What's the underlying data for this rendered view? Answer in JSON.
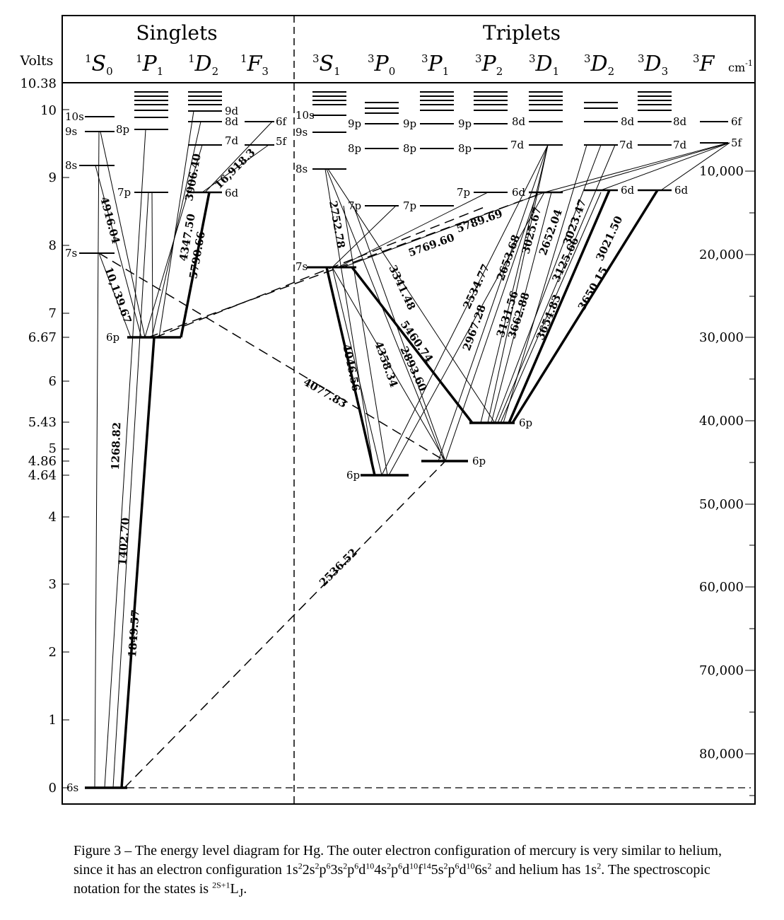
{
  "headers": {
    "singlets": "Singlets",
    "triplets": "Triplets",
    "volts": "Volts",
    "cm": "cm",
    "cm_sup": "-1"
  },
  "terms": [
    {
      "mult": "1",
      "L": "S",
      "J": "0"
    },
    {
      "mult": "1",
      "L": "P",
      "J": "1"
    },
    {
      "mult": "1",
      "L": "D",
      "J": "2"
    },
    {
      "mult": "1",
      "L": "F",
      "J": "3"
    },
    {
      "mult": "3",
      "L": "S",
      "J": "1"
    },
    {
      "mult": "3",
      "L": "P",
      "J": "0"
    },
    {
      "mult": "3",
      "L": "P",
      "J": "1"
    },
    {
      "mult": "3",
      "L": "P",
      "J": "2"
    },
    {
      "mult": "3",
      "L": "D",
      "J": "1"
    },
    {
      "mult": "3",
      "L": "D",
      "J": "2"
    },
    {
      "mult": "3",
      "L": "D",
      "J": "3"
    },
    {
      "mult": "3",
      "L": "F",
      "J": ""
    }
  ],
  "volts_ticks": [
    "10.38",
    "10",
    "9",
    "8",
    "7",
    "6.67",
    "6",
    "5.43",
    "5",
    "4.86",
    "4.64",
    "4",
    "3",
    "2",
    "1",
    "0"
  ],
  "wavenumber_ticks": [
    "10,000",
    "20,000",
    "30,000",
    "40,000",
    "50,000",
    "60,000",
    "70,000",
    "80,000"
  ],
  "level_labels": {
    "s0_10s": "10s",
    "s0_9s": "9s",
    "s0_8s": "8s",
    "s0_7s": "7s",
    "s0_6s": "6s",
    "p1_8p": "8p",
    "p1_7p": "7p",
    "p1_6p": "6p",
    "d2_9d": "9d",
    "d2_8d": "8d",
    "d2_7d": "7d",
    "d2_6d": "6d",
    "f3_6f": "6f",
    "f3_5f": "5f",
    "s1_10s": "10s",
    "s1_9s": "9s",
    "s1_8s": "8s",
    "s1_7s": "7s",
    "p0_9p": "9p",
    "p0_8p": "8p",
    "p0_7p": "7p",
    "p0_6p": "6p",
    "p1t_9p": "9p",
    "p1t_8p": "8p",
    "p1t_7p": "7p",
    "p1t_6p": "6p",
    "p2_9p": "9p",
    "p2_8p": "8p",
    "p2_7p": "7p",
    "p2_6p": "6p",
    "d1_8d": "8d",
    "d1_7d": "7d",
    "d1_6d": "6d",
    "d2t_8d": "8d",
    "d2t_7d": "7d",
    "d2t_6d": "6d",
    "d3_8d": "8d",
    "d3_7d": "7d",
    "d3_6d": "6d",
    "f_6f": "6f",
    "f_5f": "5f"
  },
  "transitions": {
    "t4916": "4916.04",
    "t10139": "10,139.67",
    "t3906": "3906.40",
    "t4347": "4347.50",
    "t5790": "5790.66",
    "t16918": "16,918.3",
    "t1268": "1268.82",
    "t1402": "1402.70",
    "t1849": "1849.57",
    "t2536": "2536.52",
    "t4077": "4077.83",
    "t2752": "2752.78",
    "t4046": "4046.56",
    "t4358": "4358.34",
    "t2893": "2893.60",
    "t5460": "5460.74",
    "t3341": "3341.48",
    "t5769": "5769.60",
    "t5789": "5789.69",
    "t2534": "2534.77",
    "t2967": "2967.28",
    "t2653": "2653.68",
    "t3131": "3131.56",
    "t3662": "3662.88",
    "t3025": "3025.67",
    "t2652": "2652.04",
    "t3654": "3654.83",
    "t3125": "3125.66",
    "t3023": "3023.47",
    "t3021": "3021.50",
    "t3650": "3650.15"
  },
  "caption": {
    "p1": "Figure 3 – The energy level diagram for Hg.  The outer electron configuration of mercury is very similar to helium, since it has an electron configuration 1s",
    "s1": "2",
    "p2": "2s",
    "s2": "2",
    "p3": "p",
    "s3": "6",
    "p4": "3s",
    "s4": "2",
    "p5": "p",
    "s5": "6",
    "p6": "d",
    "s6": "10",
    "p7": "4s",
    "s7": "2",
    "p8": "p",
    "s8": "6",
    "p9": "d",
    "s9": "10",
    "p10": "f",
    "s10": "14",
    "p11": "5s",
    "s11": "2",
    "p12": "p",
    "s12": "6",
    "p13": "d",
    "s13": "10",
    "p14": "6s",
    "s14": "2",
    "p15": " and helium has 1s",
    "s15": "2",
    "p16": ".  The spectroscopic notation for the states is ",
    "s16": "2S+1",
    "p17": "L",
    "sub17": "J",
    "p18": "."
  }
}
